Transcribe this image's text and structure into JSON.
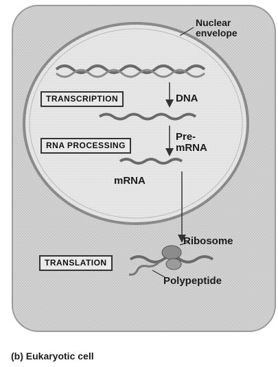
{
  "labels": {
    "nuclear_envelope": "Nuclear\nenvelope",
    "dna": "DNA",
    "pre_mrna": "Pre-\nmRNA",
    "mrna": "mRNA",
    "ribosome": "Ribosome",
    "polypeptide": "Polypeptide"
  },
  "processes": {
    "transcription": "TRANSCRIPTION",
    "rna_processing": "RNA PROCESSING",
    "translation": "TRANSLATION"
  },
  "caption": "(b) Eukaryotic cell",
  "colors": {
    "cell_fill": "#cfcfcf",
    "nucleus_fill": "#e4e4e4",
    "strand": "#6a6a6a",
    "ribosome": "#8c8c8c",
    "box_fill": "#e9e9e9"
  }
}
